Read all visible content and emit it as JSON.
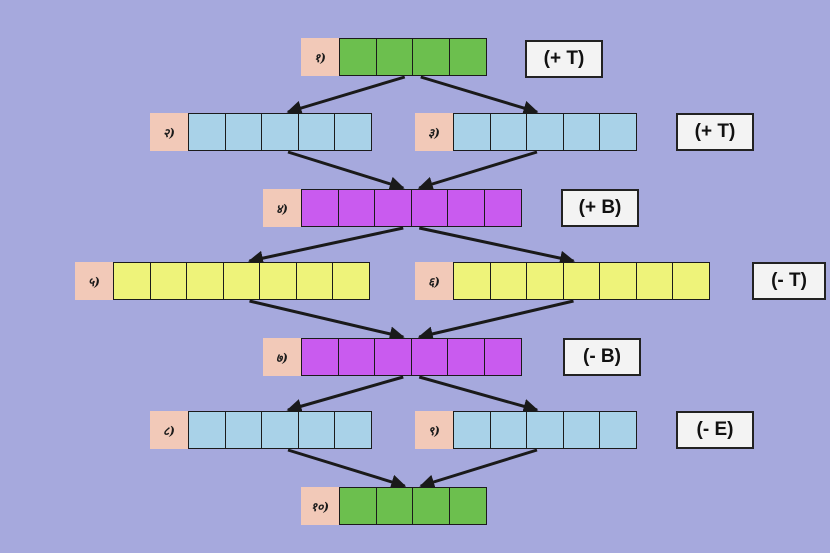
{
  "colors": {
    "green": "#6cbf4e",
    "blue": "#a9d2e8",
    "magenta": "#c95bef",
    "yellow": "#eef37a"
  },
  "nodes": [
    {
      "id": "n1",
      "label": "१)",
      "cells": 4,
      "color": "green"
    },
    {
      "id": "n2",
      "label": "२)",
      "cells": 5,
      "color": "blue"
    },
    {
      "id": "n3",
      "label": "३)",
      "cells": 5,
      "color": "blue"
    },
    {
      "id": "n4",
      "label": "४)",
      "cells": 6,
      "color": "magenta"
    },
    {
      "id": "n5",
      "label": "५)",
      "cells": 7,
      "color": "yellow"
    },
    {
      "id": "n6",
      "label": "६)",
      "cells": 7,
      "color": "yellow"
    },
    {
      "id": "n7",
      "label": "७)",
      "cells": 6,
      "color": "magenta"
    },
    {
      "id": "n8",
      "label": "८)",
      "cells": 5,
      "color": "blue"
    },
    {
      "id": "n9",
      "label": "९)",
      "cells": 5,
      "color": "blue"
    },
    {
      "id": "n10",
      "label": "१०)",
      "cells": 4,
      "color": "green"
    }
  ],
  "operations": [
    "(+ T)",
    "(+ T)",
    "(+ B)",
    "(- T)",
    "(- B)",
    "(- E)"
  ],
  "edges": [
    [
      "n1",
      "n2"
    ],
    [
      "n1",
      "n3"
    ],
    [
      "n2",
      "n4"
    ],
    [
      "n3",
      "n4"
    ],
    [
      "n4",
      "n5"
    ],
    [
      "n4",
      "n6"
    ],
    [
      "n5",
      "n7"
    ],
    [
      "n6",
      "n7"
    ],
    [
      "n7",
      "n8"
    ],
    [
      "n7",
      "n9"
    ],
    [
      "n8",
      "n10"
    ],
    [
      "n9",
      "n10"
    ]
  ]
}
